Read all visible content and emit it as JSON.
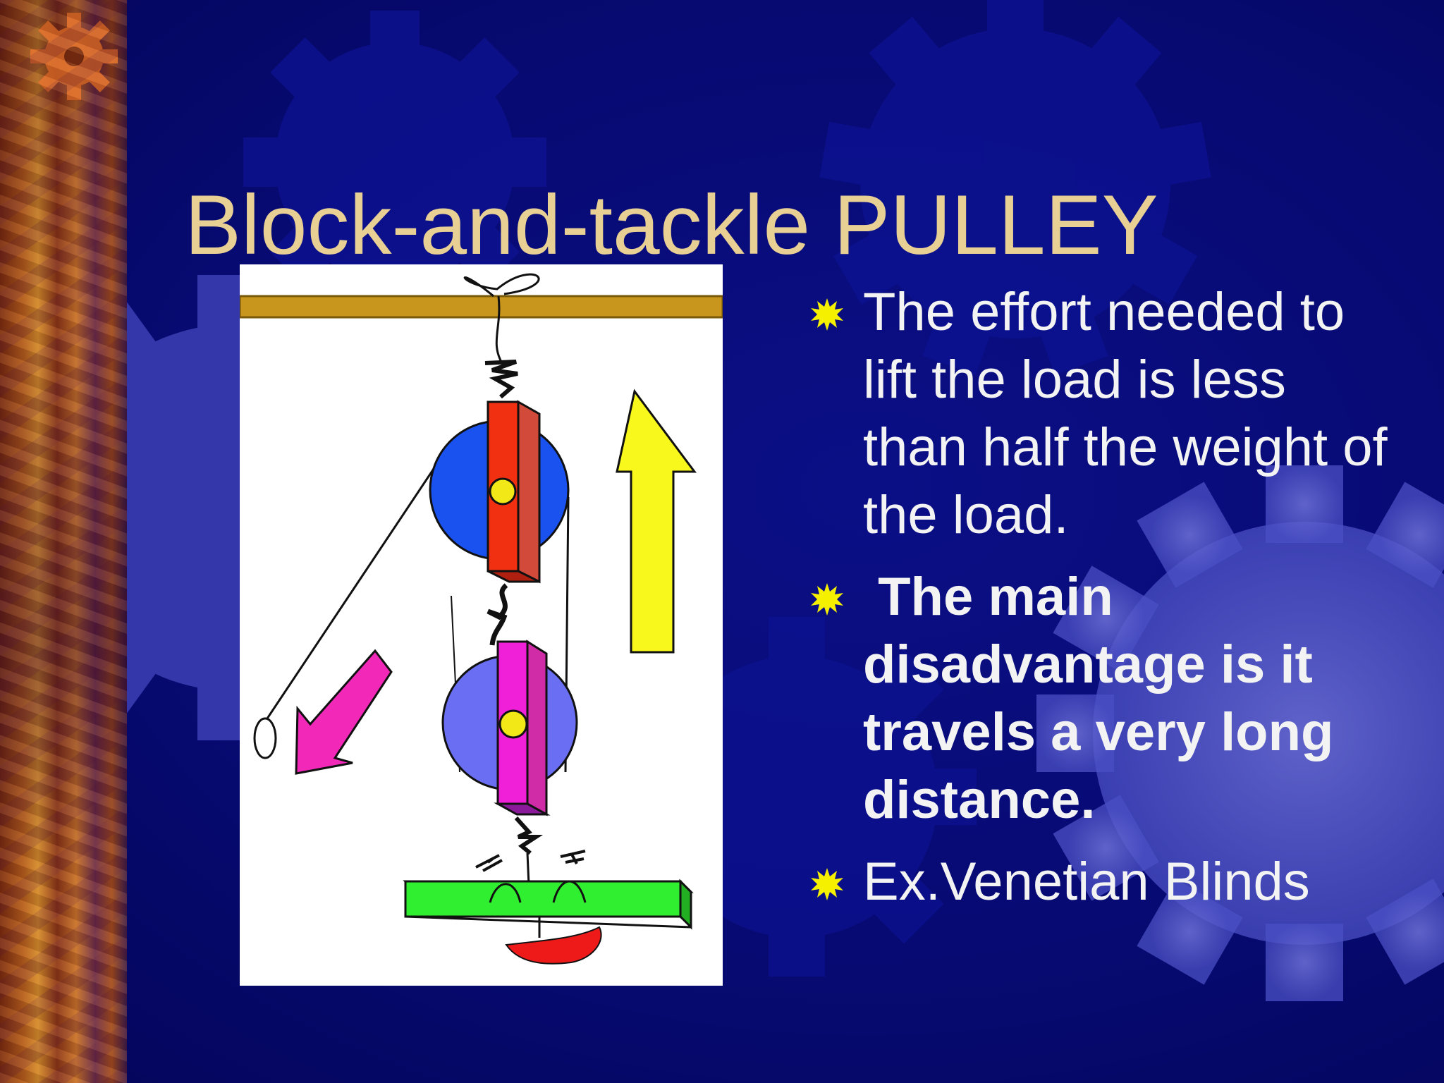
{
  "slide": {
    "title": "Block-and-tackle PULLEY",
    "figure": {
      "icon": "pulley-diagram",
      "colors": {
        "beam": "#c8961c",
        "upper_wheel": "#1a52f0",
        "upper_block": "#f03010",
        "lower_wheel": "#6a6ef2",
        "lower_block": "#f020d8",
        "axle": "#f2e818",
        "up_arrow": "#f8f81c",
        "down_arrow": "#f228b8",
        "load": "#30ee30",
        "bait": "#ee1a1a"
      }
    },
    "bullets": [
      {
        "text": "The effort needed to lift the load is less than half the weight of the load.",
        "bold": false
      },
      {
        "text": " The main disadvantage is it travels a very long distance.",
        "bold": true
      },
      {
        "text": "Ex.Venetian Blinds",
        "bold": false
      }
    ],
    "bullet_icon": "starburst-icon",
    "colors": {
      "title": "#e8cf94",
      "text": "#f3f3f3",
      "bullet": "#f5f000",
      "background": "#06086a"
    }
  }
}
